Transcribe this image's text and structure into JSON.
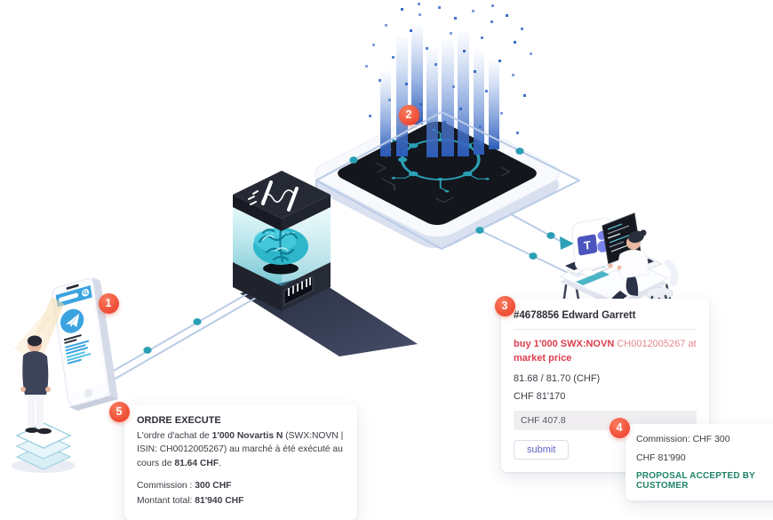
{
  "steps": [
    "1",
    "2",
    "3",
    "4",
    "5"
  ],
  "colors": {
    "marker_red": "#ef4a33",
    "connector_line": "#b9cbe6",
    "connector_node": "#2b9fb5",
    "telegram_blue": "#3ba4e0",
    "data_stream_blue": "#2c5cba",
    "circuit_teal": "#2aa0b5",
    "brain_teal": "#2eb6cb",
    "teams_purple": "#4b53bc",
    "alert_red": "#dc3d4d",
    "success_green": "#1f8468"
  },
  "order_card": {
    "title": "#4678856 Edward Garrett",
    "order_line": [
      {
        "t": "buy ",
        "cls": "red"
      },
      {
        "t": "1'000 SWX:NOVN ",
        "cls": "red b"
      },
      {
        "t": "CH0012005267 at ",
        "cls": "red-light"
      },
      {
        "t": "market price",
        "cls": "red b"
      }
    ],
    "quote_line": "81.68 / 81.70 (CHF)",
    "total_line": "CHF 81'170",
    "commission_input": "CHF 407.8",
    "submit_label": "submit"
  },
  "commission_card": {
    "commission_line": "Commission: CHF 300",
    "total_line": "CHF 81'990",
    "status_line": "PROPOSAL ACCEPTED BY CUSTOMER"
  },
  "execution_card": {
    "title": "ORDRE EXECUTE",
    "body": [
      {
        "t": "L'ordre d'achat de "
      },
      {
        "t": "1'000  Novartis N",
        "cls": "b"
      },
      {
        "t": " (SWX:NOVN | ISIN: CH0012005267)  au marché à été exécuté au cours de "
      },
      {
        "t": "81.64 CHF",
        "cls": "b"
      },
      {
        "t": "."
      }
    ],
    "commission_line": [
      {
        "t": "Commission : "
      },
      {
        "t": "300 CHF",
        "cls": "b"
      }
    ],
    "total_line": [
      {
        "t": "Montant total: "
      },
      {
        "t": "81'940 CHF",
        "cls": "b"
      }
    ]
  }
}
